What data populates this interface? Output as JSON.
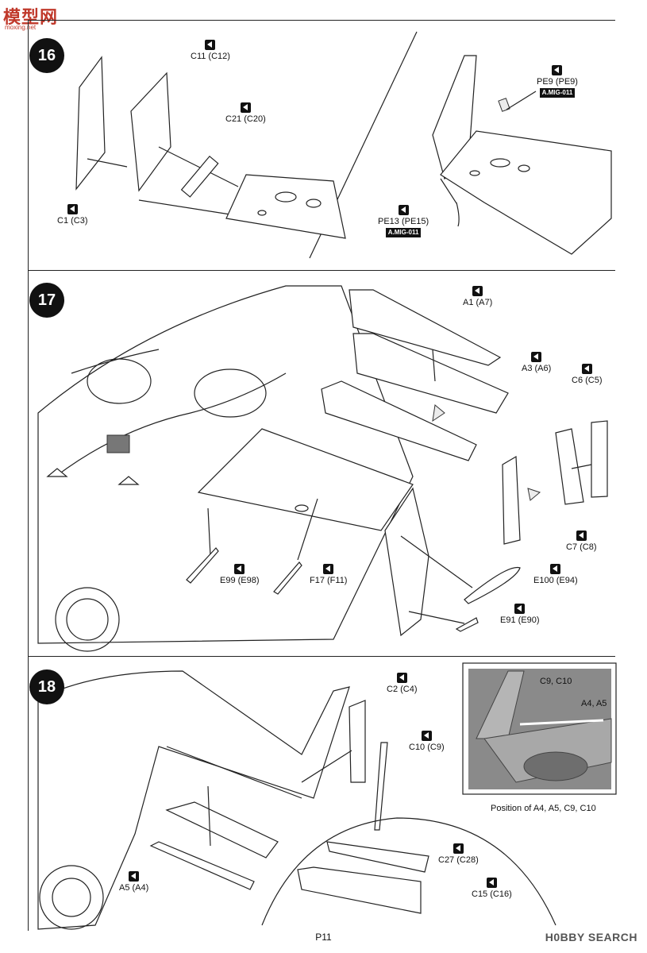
{
  "header": {
    "logo_text": "模型网",
    "logo_sub": "moxing.net"
  },
  "steps": [
    {
      "number": "16",
      "labels": [
        {
          "text": "C11 (C12)"
        },
        {
          "text": "C21 (C20)"
        },
        {
          "text": "C1 (C3)"
        },
        {
          "text": "PE9 (PE9)",
          "tag": "A.MIG-011"
        },
        {
          "text": "PE13 (PE15)",
          "tag": "A.MIG-011"
        }
      ]
    },
    {
      "number": "17",
      "labels": [
        {
          "text": "A1 (A7)"
        },
        {
          "text": "A3 (A6)"
        },
        {
          "text": "C6 (C5)"
        },
        {
          "text": "C7 (C8)"
        },
        {
          "text": "E99 (E98)"
        },
        {
          "text": "F17 (F11)"
        },
        {
          "text": "E100 (E94)"
        },
        {
          "text": "E91 (E90)"
        }
      ]
    },
    {
      "number": "18",
      "labels": [
        {
          "text": "C2 (C4)"
        },
        {
          "text": "C10 (C9)"
        },
        {
          "text": "A5 (A4)"
        },
        {
          "text": "C27 (C28)"
        },
        {
          "text": "C15 (C16)"
        }
      ],
      "inset": {
        "label_1": "C9, C10",
        "label_2": "A4, A5",
        "caption": "Position of A4, A5, C9, C10"
      }
    }
  ],
  "footer": {
    "page": "P11",
    "watermark": "H0BBY SEARCH"
  },
  "colors": {
    "ink": "#111111",
    "logo": "#c0392b",
    "inset_fill": "#8a8a8a"
  }
}
